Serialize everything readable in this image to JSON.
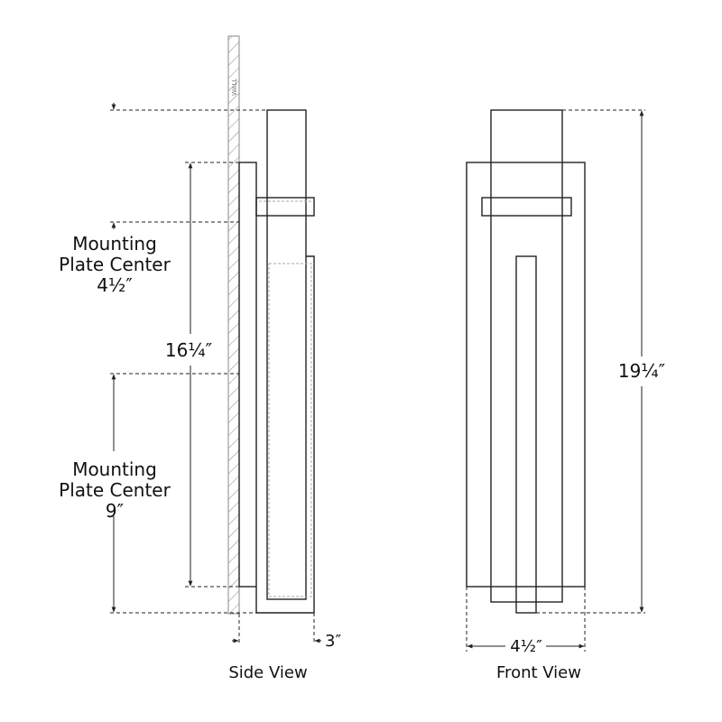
{
  "side_view": {
    "title": "Side View",
    "wall_label": "WALL",
    "mounting_upper": {
      "line1": "Mounting",
      "line2": "Plate Center",
      "value": "4½″"
    },
    "mounting_lower": {
      "line1": "Mounting",
      "line2": "Plate Center",
      "value": "9″"
    },
    "height_label": "16¼″",
    "depth_label": "3″"
  },
  "front_view": {
    "title": "Front View",
    "height_label": "19¼″",
    "width_label": "4½″"
  }
}
